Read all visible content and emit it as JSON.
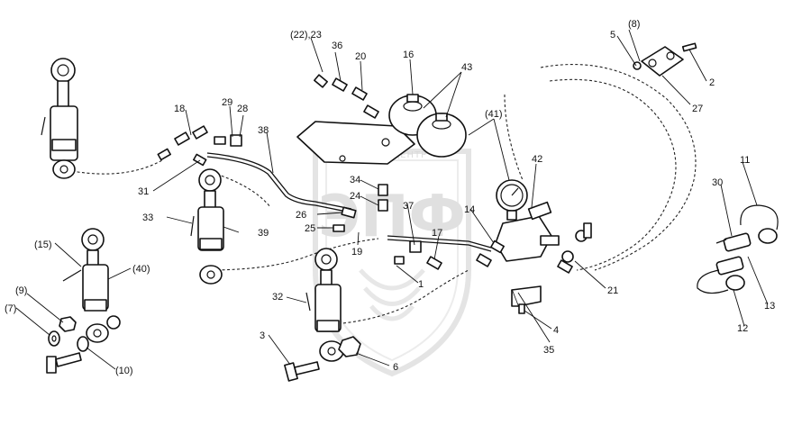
{
  "watermark": {
    "logo_text": "ЭПФ",
    "sub_text": "ТЕХНОЦЕНТР"
  },
  "callouts": [
    "(22),23",
    "36",
    "20",
    "16",
    "43",
    "(41)",
    "42",
    "(8)",
    "5",
    "2",
    "27",
    "18",
    "29",
    "28",
    "38",
    "31",
    "34",
    "24",
    "37",
    "26",
    "25",
    "19",
    "14",
    "17",
    "33",
    "39",
    "(15)",
    "(40)",
    "(9)",
    "(7)",
    "(10)",
    "32",
    "3",
    "6",
    "1",
    "4",
    "35",
    "21",
    "11",
    "30",
    "13",
    "12"
  ]
}
